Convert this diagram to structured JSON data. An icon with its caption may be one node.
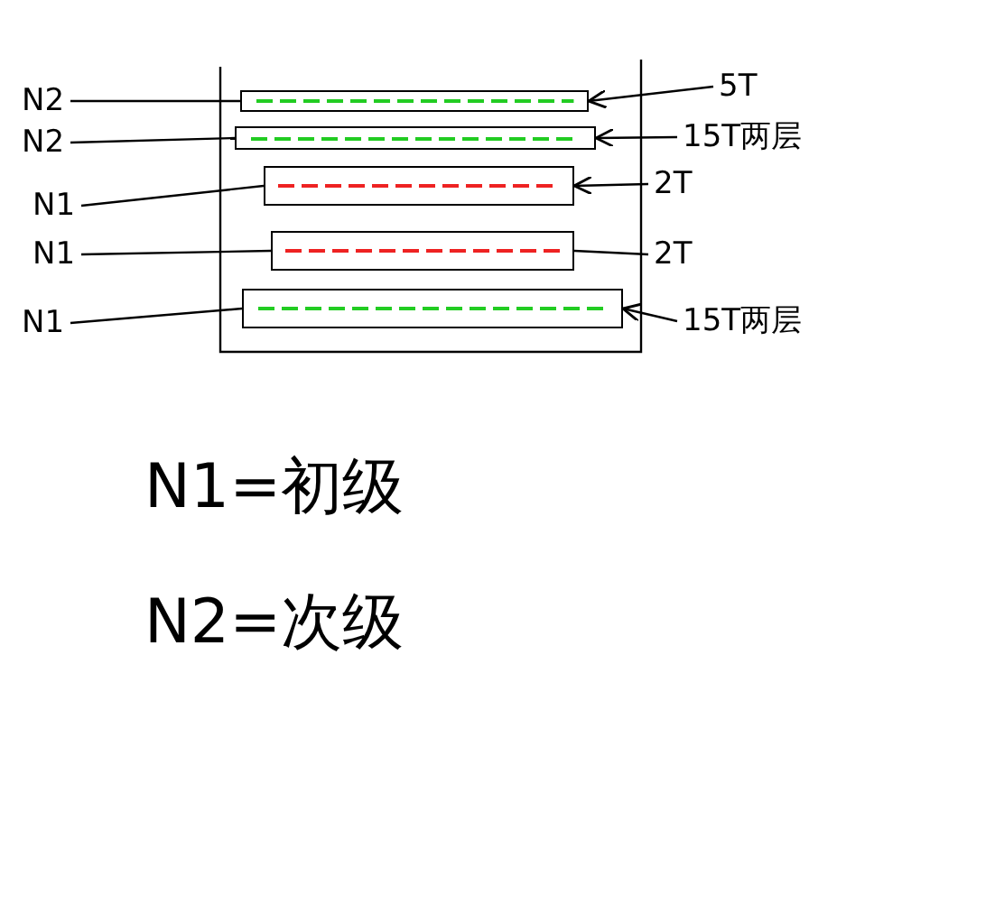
{
  "diagram": {
    "nodes": [
      {
        "text": [
          "N2"
        ]
      },
      {
        "text": [
          "N2"
        ]
      },
      {
        "text": [
          "N1"
        ]
      },
      {
        "text": [
          "N1"
        ]
      },
      {
        "text": [
          "N1"
        ]
      },
      {
        "text": [],
        "shape": "bar"
      },
      {
        "text": [],
        "shape": "bar"
      },
      {
        "text": [],
        "shape": "bar"
      },
      {
        "text": [],
        "shape": "bar"
      },
      {
        "text": [],
        "shape": "bar"
      },
      {
        "text": [
          "5T"
        ]
      },
      {
        "text": [
          "15T两层"
        ]
      },
      {
        "text": [
          "2T"
        ]
      },
      {
        "text": [
          "2T"
        ]
      },
      {
        "text": [
          "15T两层"
        ]
      }
    ],
    "edges": [
      {
        "from": 0,
        "to": 5,
        "arrow": "none"
      },
      {
        "from": 1,
        "to": 6,
        "arrow": "none"
      },
      {
        "from": 2,
        "to": 7,
        "arrow": "none"
      },
      {
        "from": 3,
        "to": 8,
        "arrow": "none"
      },
      {
        "from": 4,
        "to": 9,
        "arrow": "none"
      },
      {
        "from": 10,
        "to": 5,
        "arrow": "to"
      },
      {
        "from": 11,
        "to": 6,
        "arrow": "to"
      },
      {
        "from": 12,
        "to": 7,
        "arrow": "to"
      },
      {
        "from": 13,
        "to": 8,
        "arrow": "none"
      },
      {
        "from": 14,
        "to": 9,
        "arrow": "to"
      }
    ],
    "labels": [
      "N1=初级",
      "N2=次级"
    ]
  }
}
